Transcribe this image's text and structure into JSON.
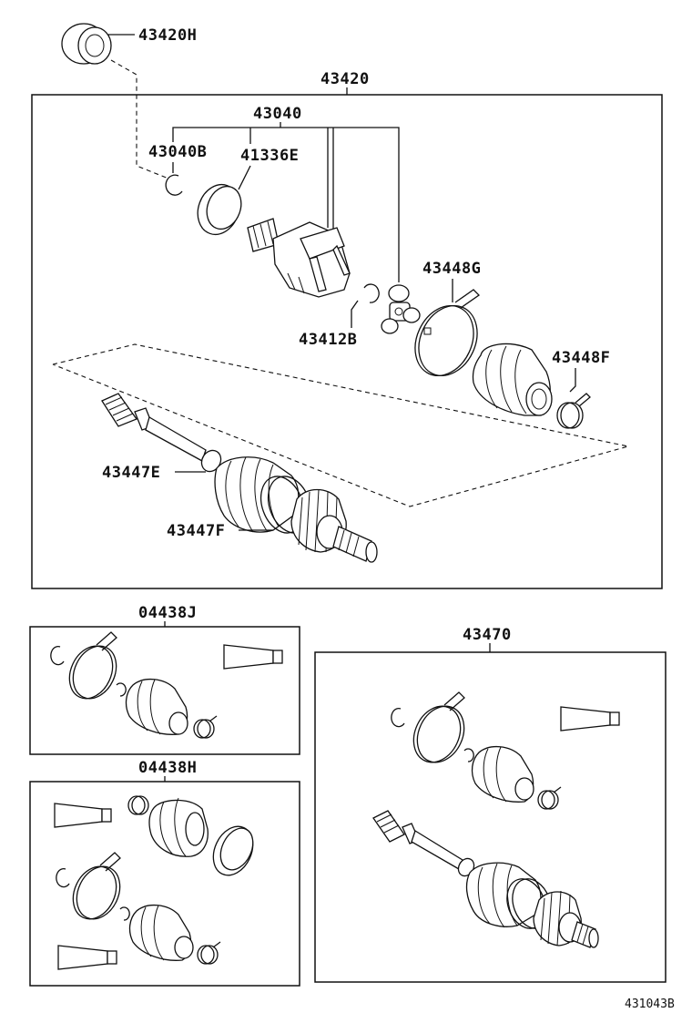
{
  "labels": {
    "p43420H": "43420H",
    "p43420": "43420",
    "p43040": "43040",
    "p43040B": "43040B",
    "p41336E": "41336E",
    "p43412B": "43412B",
    "p43448G": "43448G",
    "p43448F": "43448F",
    "p43447E": "43447E",
    "p43447F": "43447F",
    "p04438J": "04438J",
    "p04438H": "04438H",
    "p43470": "43470",
    "diagram_id": "431043B"
  },
  "colors": {
    "line": "#111111",
    "background": "#ffffff"
  }
}
